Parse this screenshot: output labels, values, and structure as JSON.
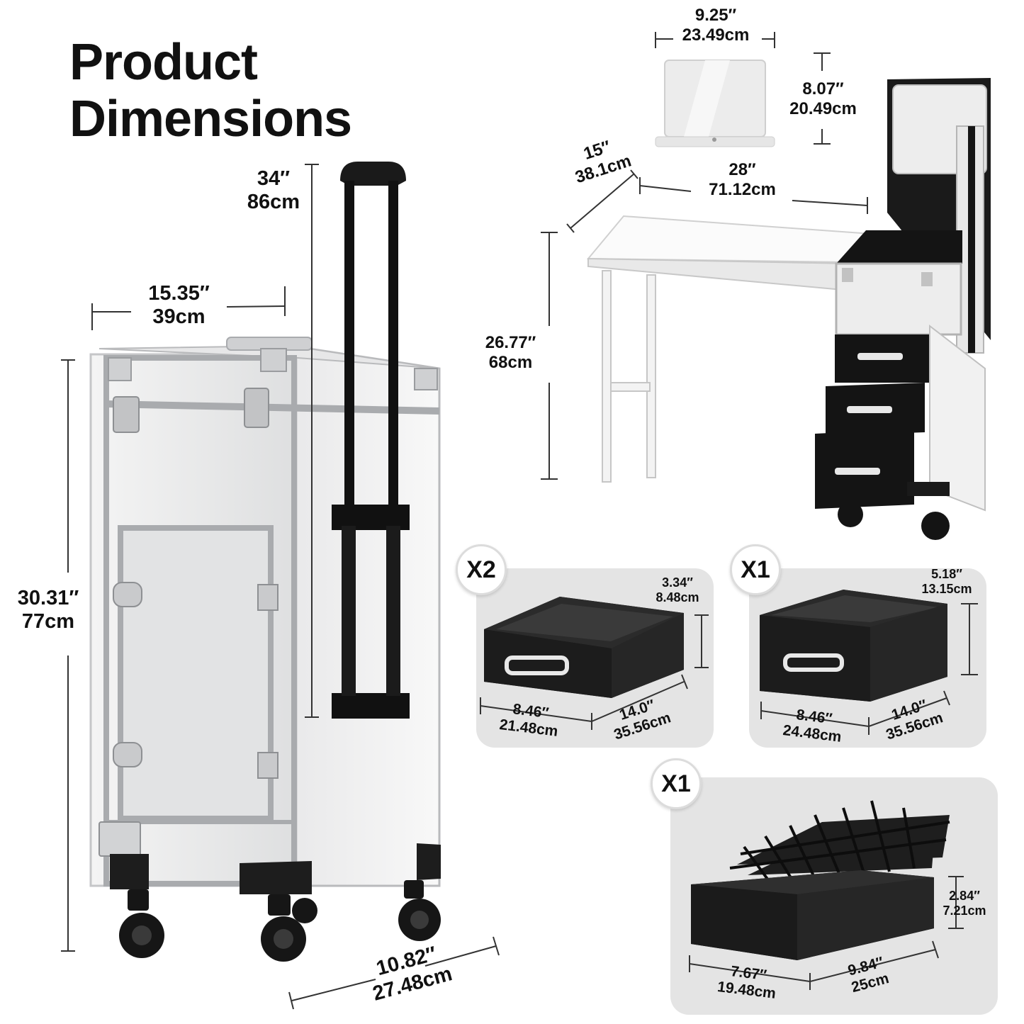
{
  "title": {
    "line1": "Product",
    "line2": "Dimensions"
  },
  "main_case": {
    "handle_height": {
      "in": "34″",
      "cm": "86cm"
    },
    "width": {
      "in": "15.35″",
      "cm": "39cm"
    },
    "height": {
      "in": "30.31″",
      "cm": "77cm"
    },
    "depth": {
      "in": "10.82″",
      "cm": "27.48cm"
    }
  },
  "mirror": {
    "width": {
      "in": "9.25″",
      "cm": "23.49cm"
    },
    "height": {
      "in": "8.07″",
      "cm": "20.49cm"
    }
  },
  "table": {
    "depth": {
      "in": "15″",
      "cm": "38.1cm"
    },
    "width": {
      "in": "28″",
      "cm": "71.12cm"
    },
    "height": {
      "in": "26.77″",
      "cm": "68cm"
    }
  },
  "drawer_small": {
    "qty": "X2",
    "height": {
      "in": "3.34″",
      "cm": "8.48cm"
    },
    "width": {
      "in": "8.46″",
      "cm": "21.48cm"
    },
    "depth": {
      "in": "14.0″",
      "cm": "35.56cm"
    }
  },
  "drawer_large": {
    "qty": "X1",
    "height": {
      "in": "5.18″",
      "cm": "13.15cm"
    },
    "width": {
      "in": "8.46″",
      "cm": "24.48cm"
    },
    "depth": {
      "in": "14.0″",
      "cm": "35.56cm"
    }
  },
  "tray": {
    "qty": "X1",
    "height": {
      "in": "2.84″",
      "cm": "7.21cm"
    },
    "width": {
      "in": "7.67″",
      "cm": "19.48cm"
    },
    "depth": {
      "in": "9.84″",
      "cm": "25cm"
    }
  },
  "colors": {
    "aluminum": "#d9dadb",
    "trim": "#a9abae",
    "black": "#1a1a1a",
    "panel": "#e4e4e4"
  }
}
